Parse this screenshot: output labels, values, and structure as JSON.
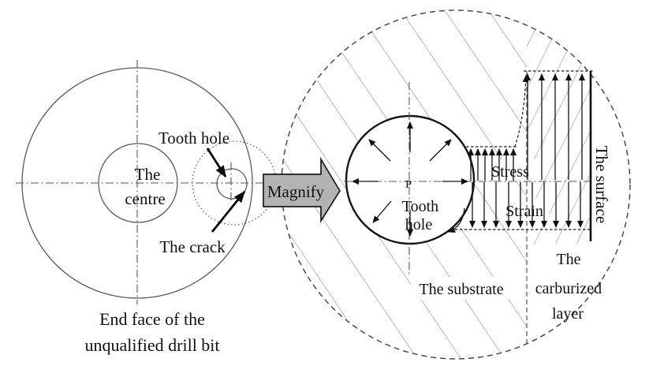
{
  "left_diagram": {
    "centre_label_line1": "The",
    "centre_label_line2": "centre",
    "tooth_hole_label": "Tooth hole",
    "crack_label": "The crack",
    "caption_line1": "End face of the",
    "caption_line2": "unqualified drill bit"
  },
  "magnify_arrow": {
    "label": "Magnify",
    "fill_color": "#b3b3b3"
  },
  "right_diagram": {
    "pressure_symbol": "P",
    "tooth_hole_line1": "Tooth",
    "tooth_hole_line2": "hole",
    "stress_label": "Stress",
    "strain_label": "Strain",
    "surface_label": "The surface",
    "substrate_label": "The substrate",
    "carburized_label_line1": "The",
    "carburized_label_line2": "carburized",
    "carburized_label_line3": "layer"
  },
  "colors": {
    "ink": "#111111",
    "hatch_gray": "#8c8c8c",
    "magnify_fill": "#b3b3b3",
    "background": "#ffffff"
  }
}
